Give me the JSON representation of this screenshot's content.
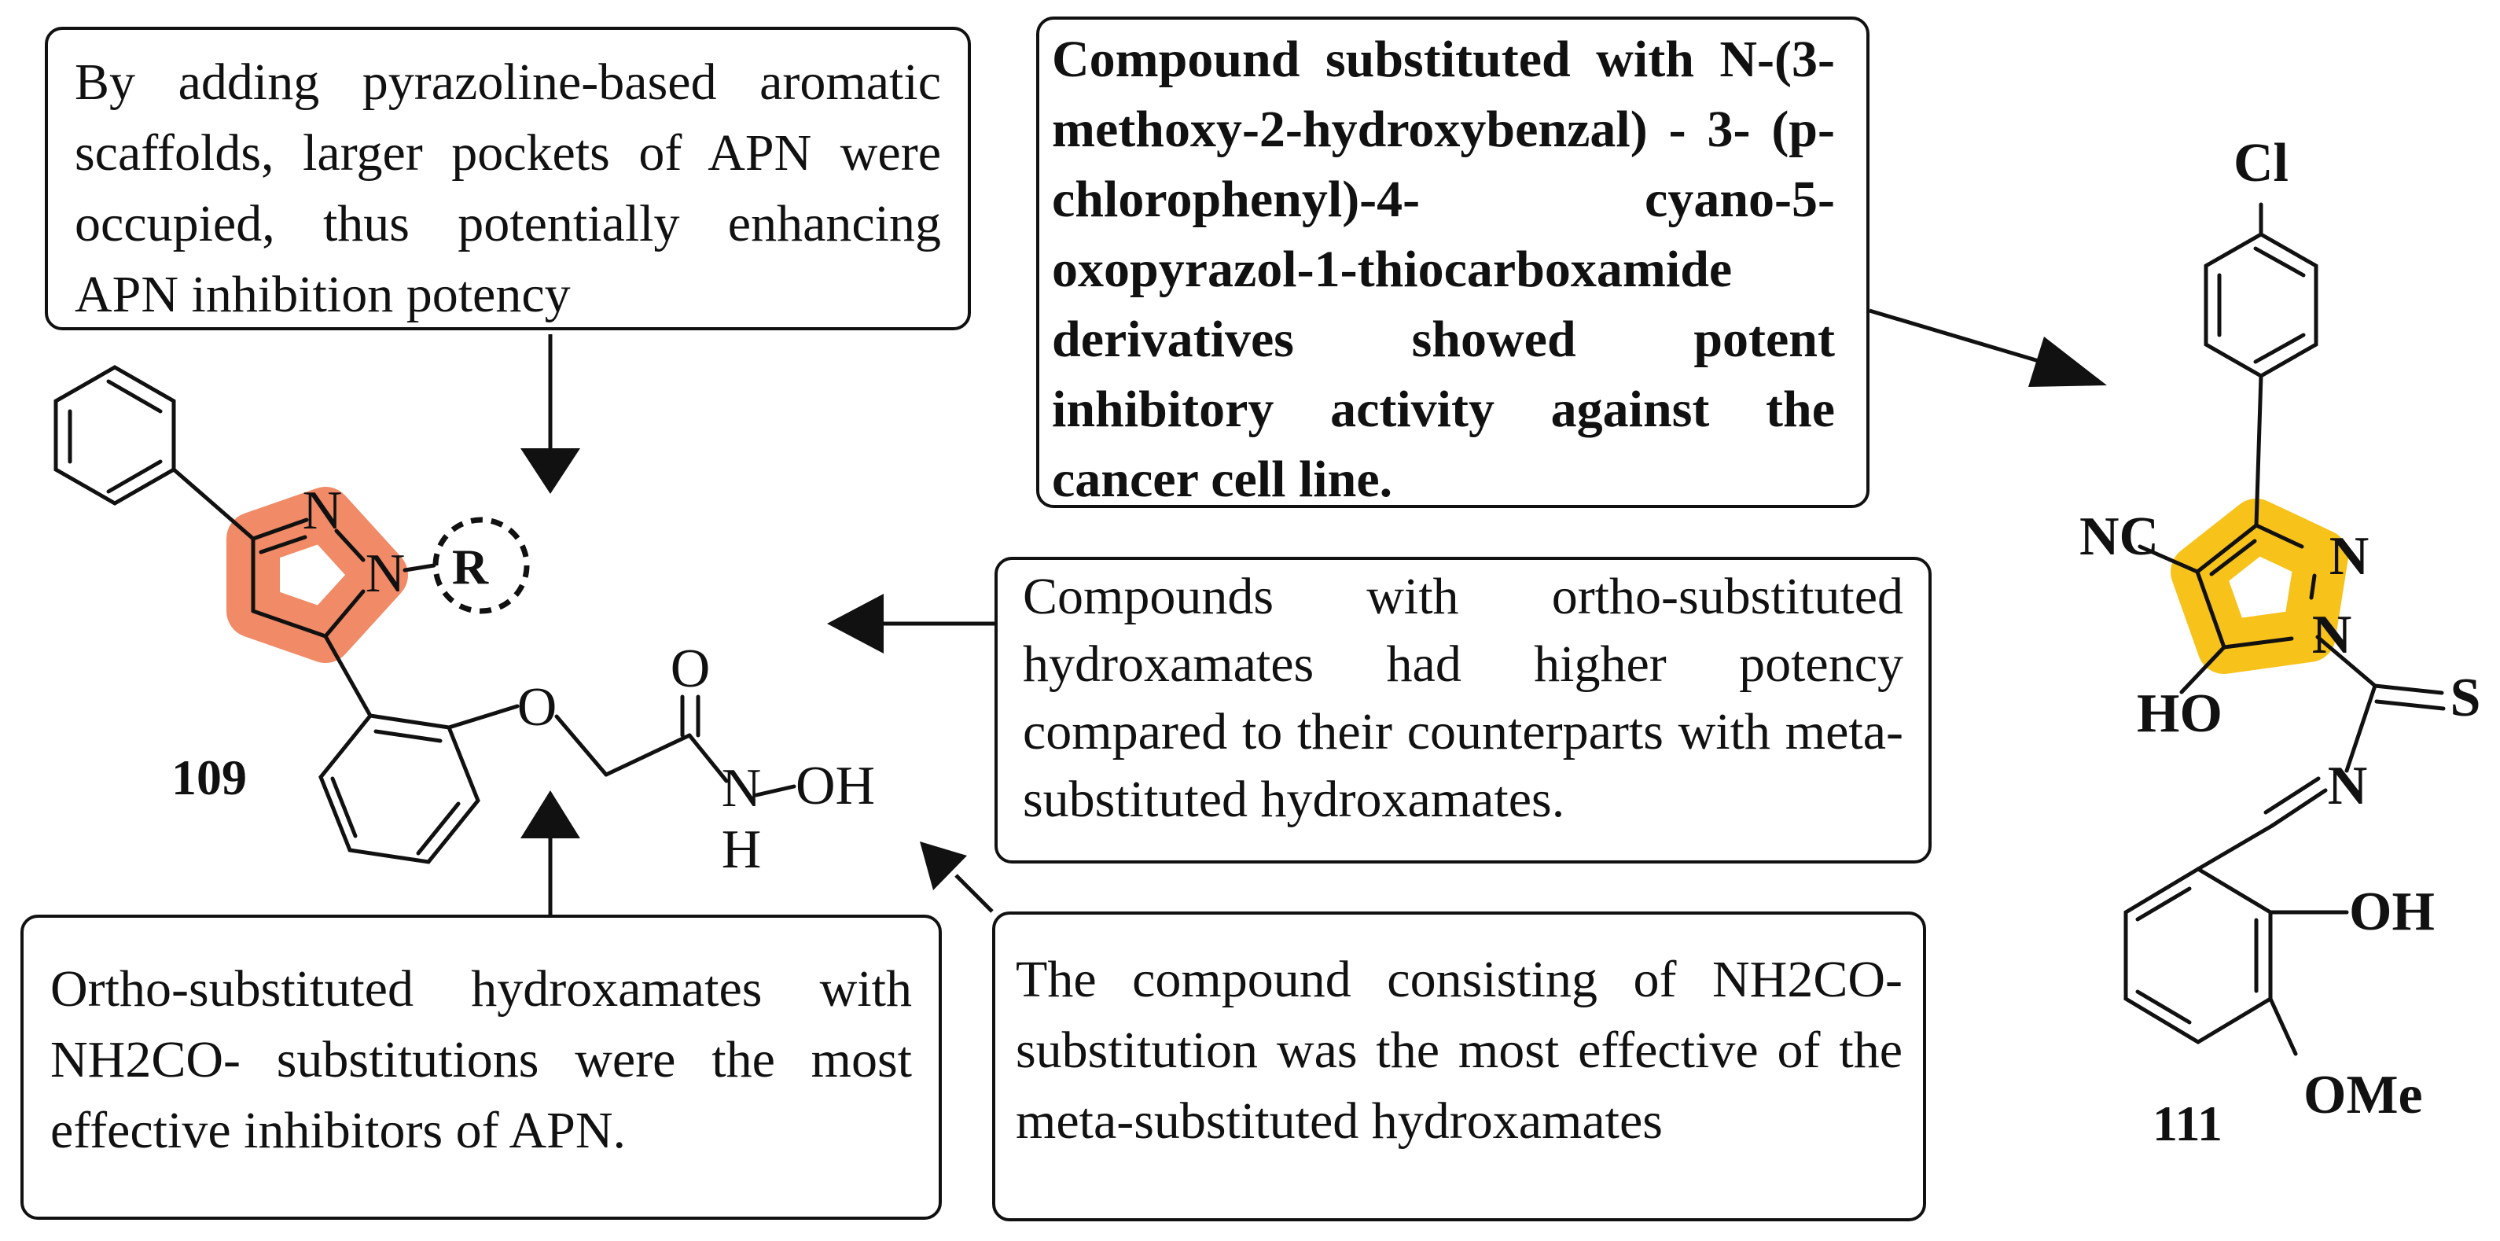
{
  "notes": {
    "pyrazoline": "By adding pyrazoline-based aromatic scaffolds, larger pockets of APN were occupied, thus potentially enhancing APN inhibition potency",
    "compound_111": "Compound substituted with N-(3- methoxy-2-hydroxybenzal) - 3- (p-chlorophenyl)-4- cyano-5-oxopyrazol-1-thiocarboxamide derivatives showed potent inhibitory activity against the cancer cell line.",
    "ortho_vs_meta": "Compounds with ortho-substituted hydroxamates had higher potency compared to their counterparts with meta-substituted hydroxamates.",
    "ortho_nh2co": "Ortho-substituted hydroxamates with NH2CO- substitutions were the most effective inhibitors of APN.",
    "meta_nh2co": "The compound consisting of NH2CO- substitution was the most effective of the meta-substituted hydroxamates"
  },
  "molecule_109": {
    "label": "109",
    "n1": "N",
    "n2": "N",
    "r_group": "R",
    "oxygen_ether": "O",
    "oxygen_carbonyl": "O",
    "nh_n": "N",
    "nh_h": "H",
    "oh": "OH",
    "highlight_color": "#f08a67"
  },
  "molecule_111": {
    "label": "111",
    "cl": "Cl",
    "nc": "NC",
    "n_ring_top": "N",
    "n_ring_bottom": "N",
    "ho": "HO",
    "s": "S",
    "n_imine": "N",
    "oh": "OH",
    "ome": "OMe",
    "highlight_color": "#f7c21a"
  }
}
